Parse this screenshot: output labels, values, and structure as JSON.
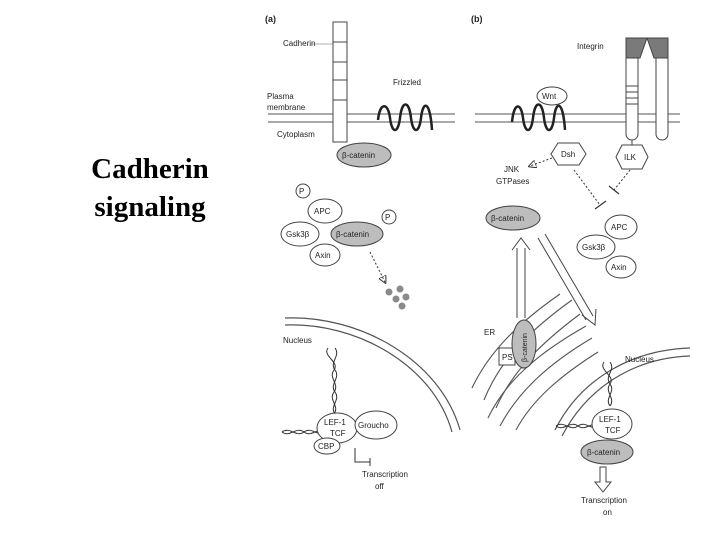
{
  "slide": {
    "title_line1": "Cadherin",
    "title_line2": "signaling"
  },
  "diagram": {
    "panel_a": {
      "label": "(a)",
      "cadherin": "Cadherin",
      "frizzled": "Frizzled",
      "plasma": "Plasma",
      "membrane": "membrane",
      "cytoplasm": "Cytoplasm",
      "beta_catenin": "β-catenin",
      "p": "P",
      "apc": "APC",
      "gsk3b": "Gsk3β",
      "axin": "Axin",
      "nucleus": "Nucleus",
      "lef1": "LEF-1",
      "tcf": "TCF",
      "cbp": "CBP",
      "groucho": "Groucho",
      "transcription": "Transcription",
      "off": "off"
    },
    "panel_b": {
      "label": "(b)",
      "integrin": "Integrin",
      "wnt": "Wnt",
      "dsh": "Dsh",
      "ilk": "ILK",
      "jnk": "JNK",
      "gtpases": "GTPases",
      "beta_catenin": "β-catenin",
      "apc": "APC",
      "gsk3b": "Gsk3β",
      "axin": "Axin",
      "er": "ER",
      "ps": "PS",
      "er_beta_catenin": "β-catenin",
      "nucleus": "Nucleus",
      "lef1": "LEF-1",
      "tcf": "TCF",
      "nuc_beta_catenin": "β-catenin",
      "transcription": "Transcription",
      "on": "on"
    }
  }
}
